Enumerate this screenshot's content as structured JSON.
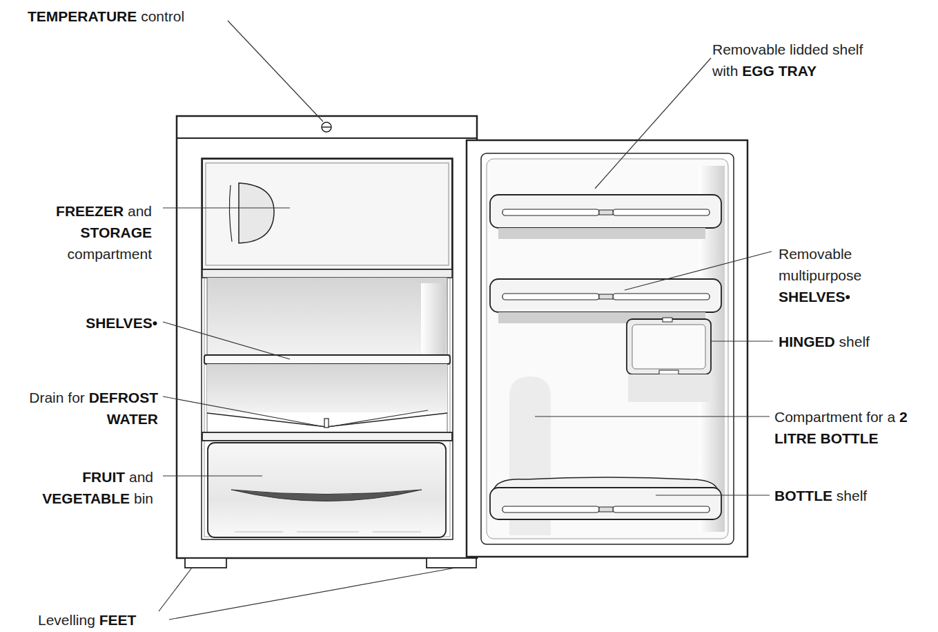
{
  "diagram": {
    "labels": [
      "TEMPERATURE control",
      "FREEZER and STORAGE compartment",
      "SHELVES•",
      "Drain for DEFROST WATER",
      "FRUIT and VEGETABLE bin",
      "Levelling FEET",
      "Removable lidded shelf with EGG TRAY",
      "Removable multipurpose SHELVES•",
      "HINGED shelf",
      "Compartment for a 2 LITRE BOTTLE",
      "BOTTLE shelf"
    ]
  }
}
